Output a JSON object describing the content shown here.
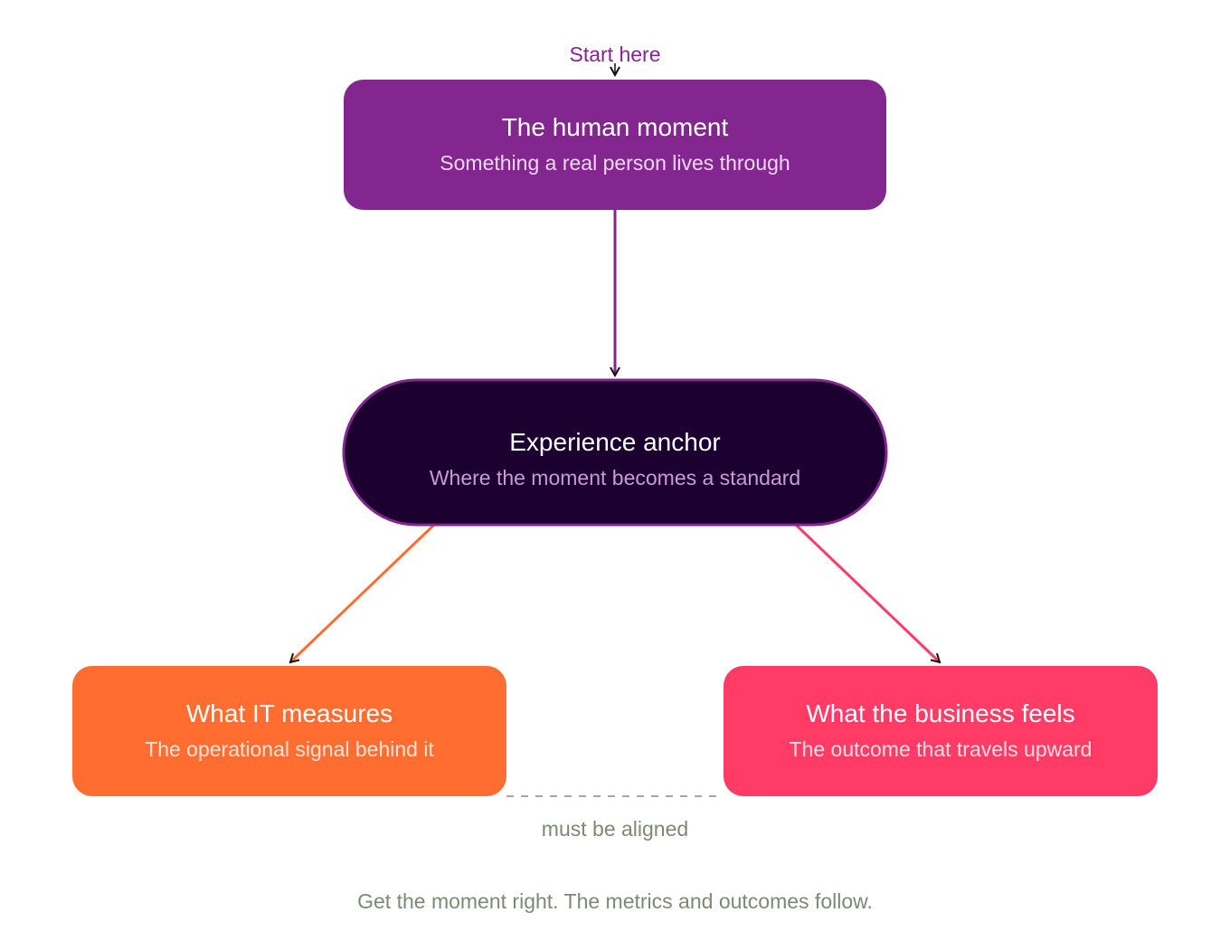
{
  "colors": {
    "purple": "#84268f",
    "dark": "#1c0030",
    "orange": "#ff6d30",
    "pink": "#ff3b66",
    "gray": "#7c8a74",
    "arrowhead": "#111111"
  },
  "start_label": "Start here",
  "nodes": {
    "human_moment": {
      "title": "The human moment",
      "subtitle": "Something a real person lives through"
    },
    "experience_anchor": {
      "title": "Experience anchor",
      "subtitle": "Where the moment becomes a standard"
    },
    "it_measures": {
      "title": "What IT measures",
      "subtitle": "The operational signal behind it"
    },
    "business_feels": {
      "title": "What the business feels",
      "subtitle": "The outcome that travels upward"
    }
  },
  "alignment_label": "must be aligned",
  "footer": "Get the moment right. The metrics and outcomes follow."
}
